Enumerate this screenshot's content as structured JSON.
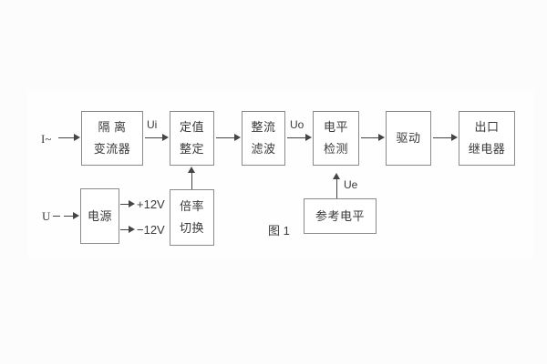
{
  "diagram": {
    "caption": "图 1",
    "labels": {
      "input_current": "I~",
      "input_voltage": "U",
      "ui": "Ui",
      "uo": "Uo",
      "ue": "Ue",
      "plus12v": "+12V",
      "minus12v": "−12V"
    },
    "blocks": {
      "isolation": {
        "line1": "隔 离",
        "line2": "变流器"
      },
      "setting": {
        "line1": "定值",
        "line2": "整定"
      },
      "rectifier_filter": {
        "line1": "整流",
        "line2": "滤波"
      },
      "level_detect": {
        "line1": "电平",
        "line2": "检测"
      },
      "drive": {
        "line1": "驱动"
      },
      "output_relay": {
        "line1": "出口",
        "line2": "继电器"
      },
      "power": {
        "line1": "电源"
      },
      "ratio_switch": {
        "line1": "倍率",
        "line2": "切换"
      },
      "reference_level": {
        "line1": "参考电平"
      }
    },
    "colors": {
      "line": "#454545",
      "box_border": "#8a8a8a",
      "text": "#3a3a3a",
      "background": "#fcfcfc",
      "panel": "#fefefe"
    }
  }
}
